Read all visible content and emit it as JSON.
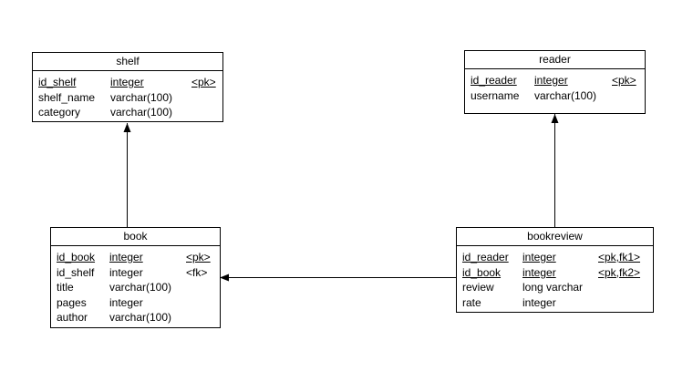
{
  "colors": {
    "stroke": "#000000",
    "background": "#ffffff"
  },
  "entities": {
    "shelf": {
      "name": "shelf",
      "columns": [
        {
          "name": "id_shelf",
          "type": "integer",
          "key": "<pk>",
          "underlined": true
        },
        {
          "name": "shelf_name",
          "type": "varchar(100)",
          "key": "",
          "underlined": false
        },
        {
          "name": "category",
          "type": "varchar(100)",
          "key": "",
          "underlined": false
        }
      ]
    },
    "reader": {
      "name": "reader",
      "columns": [
        {
          "name": "id_reader",
          "type": "integer",
          "key": "<pk>",
          "underlined": true
        },
        {
          "name": "username",
          "type": "varchar(100)",
          "key": "",
          "underlined": false
        }
      ]
    },
    "book": {
      "name": "book",
      "columns": [
        {
          "name": "id_book",
          "type": "integer",
          "key": "<pk>",
          "underlined": true
        },
        {
          "name": "id_shelf",
          "type": "integer",
          "key": "<fk>",
          "underlined": false
        },
        {
          "name": "title",
          "type": "varchar(100)",
          "key": "",
          "underlined": false
        },
        {
          "name": "pages",
          "type": "integer",
          "key": "",
          "underlined": false
        },
        {
          "name": "author",
          "type": "varchar(100)",
          "key": "",
          "underlined": false
        }
      ]
    },
    "bookreview": {
      "name": "bookreview",
      "columns": [
        {
          "name": "id_reader",
          "type": "integer",
          "key": "<pk,fk1>",
          "underlined": true
        },
        {
          "name": "id_book",
          "type": "integer",
          "key": "<pk,fk2>",
          "underlined": true
        },
        {
          "name": "review",
          "type": "long varchar",
          "key": "",
          "underlined": false
        },
        {
          "name": "rate",
          "type": "integer",
          "key": "",
          "underlined": false
        }
      ]
    }
  },
  "relationships": [
    {
      "from": "book",
      "to": "shelf",
      "end": "filled-arrow"
    },
    {
      "from": "bookreview",
      "to": "reader",
      "end": "filled-arrow"
    },
    {
      "from": "bookreview",
      "to": "book",
      "end": "filled-arrow"
    }
  ]
}
